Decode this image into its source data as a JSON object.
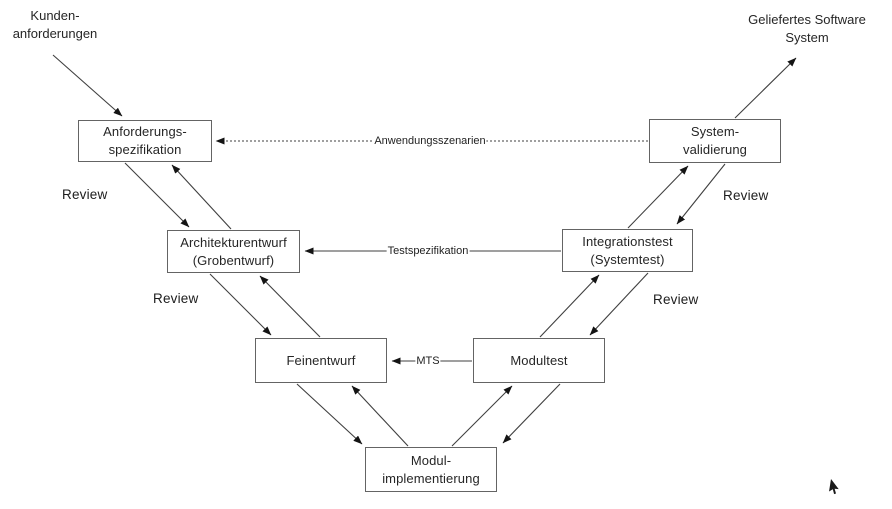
{
  "colors": {
    "background": "#ffffff",
    "line": "#3f3f3f",
    "box_border": "#646464",
    "box_fill": "#ffffff",
    "text": "#262626"
  },
  "external_labels": {
    "customer_requirements": {
      "line1": "Kunden-",
      "line2": "anforderungen"
    },
    "delivered_system": {
      "line1": "Geliefertes Software",
      "line2": "System"
    }
  },
  "boxes": {
    "anforderungsspezifikation": {
      "line1": "Anforderungs-",
      "line2": "spezifikation"
    },
    "systemvalidierung": {
      "line1": "System-",
      "line2": "validierung"
    },
    "architekturentwurf": {
      "line1": "Architekturentwurf",
      "line2": "(Grobentwurf)"
    },
    "integrationstest": {
      "line1": "Integrationstest",
      "line2": "(Systemtest)"
    },
    "feinentwurf": {
      "label": "Feinentwurf"
    },
    "modultest": {
      "label": "Modultest"
    },
    "modulimplementierung": {
      "line1": "Modul-",
      "line2": "implementierung"
    }
  },
  "edge_labels": {
    "anwendungsszenarien": "Anwendungsszenarien",
    "testspezifikation": "Testspezifikation",
    "mts": "MTS",
    "review": "Review"
  }
}
